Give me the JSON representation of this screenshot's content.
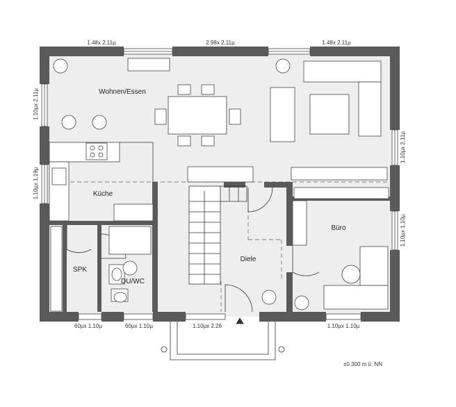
{
  "rooms": {
    "wohnen_essen": "Wohnen/Essen",
    "kueche": "Küche",
    "spk": "SPK",
    "du_wc": "DU/WC",
    "diele": "Diele",
    "buero": "Büro"
  },
  "dimensions": {
    "top_left_window": "1.48x 2.11µ",
    "top_center_window": "2.98x 2.11µ",
    "top_right_window": "1.48x 2.11µ",
    "left_upper_window": "1.10µx 2.11µ",
    "left_lower_window": "1.10µx 1.19µ",
    "right_upper_window": "1.10µx 2.11µ",
    "right_lower_window": "1.10µx 1.10µ",
    "bottom_spk_window": "60µx 1.10µ",
    "bottom_duwc_window": "60µx 1.10µ",
    "bottom_entry_window": "1.10µx 2.26",
    "bottom_buero_window": "1.10µx 1.10µ"
  },
  "level_note": "±0.300 m ü. NN",
  "colors": {
    "wall": "#5a5a5a",
    "floor": "#eeeeee",
    "line": "#333333"
  }
}
